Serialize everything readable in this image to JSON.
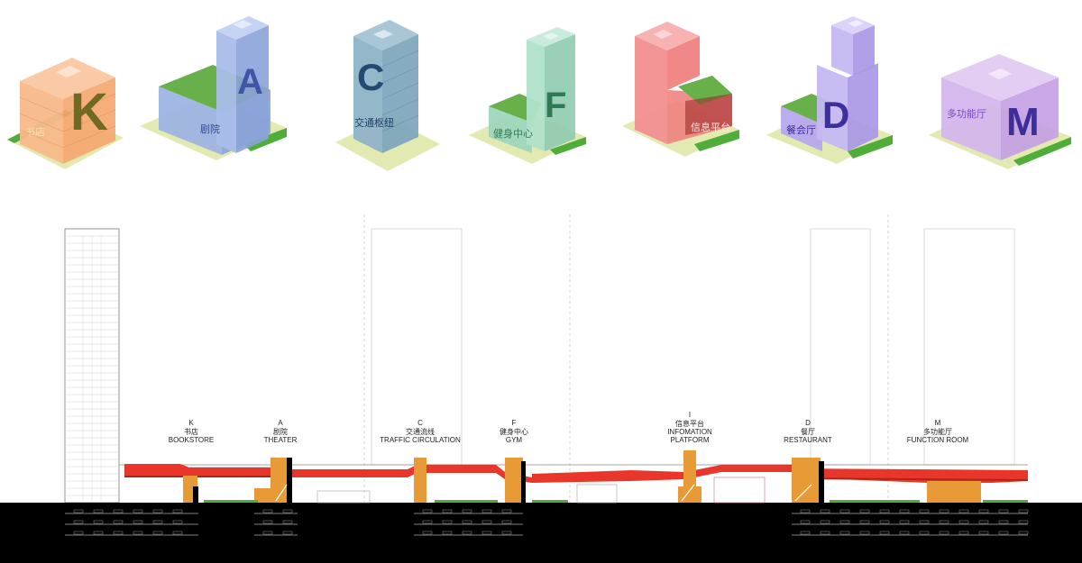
{
  "program": [
    {
      "letter": "K",
      "cn": "书店",
      "en": "BOOKSTORE",
      "color": "#f7b98a",
      "letter_color": "#5b5e14"
    },
    {
      "letter": "A",
      "cn": "剧院",
      "en": "THEATER",
      "color": "#9eb4e3",
      "letter_color": "#3f55a8"
    },
    {
      "letter": "C",
      "cn": "交通流线",
      "en": "TRAFFIC CIRCULATION",
      "sign": "交通枢纽",
      "color": "#8fb3c7",
      "letter_color": "#254a72"
    },
    {
      "letter": "F",
      "cn": "健身中心",
      "en": "GYM",
      "color": "#9fd6bd",
      "letter_color": "#2f7a55"
    },
    {
      "letter": "I",
      "cn": "信息平台",
      "en": "INFOMATION",
      "en2": "PLATFORM",
      "color": "#f28f8f",
      "letter_color": "#9a2323"
    },
    {
      "letter": "D",
      "cn": "餐厅",
      "en": "RESTAURANT",
      "sign": "餐会厅",
      "color": "#b9a8ee",
      "letter_color": "#3e2f9e"
    },
    {
      "letter": "M",
      "cn": "多功能厅",
      "en": "FUNCTION ROOM",
      "color": "#d4b6ec",
      "letter_color": "#3d2f9a"
    }
  ],
  "colors": {
    "green_roof": "#67b04a",
    "ground_pad": "#e2eab2",
    "lawn": "#4fae3a",
    "deck_red": "#e8372a",
    "deck_dark": "#b02418",
    "core_orange": "#e89a37",
    "underground": "#000000",
    "tower_line": "#9a9a9a"
  }
}
